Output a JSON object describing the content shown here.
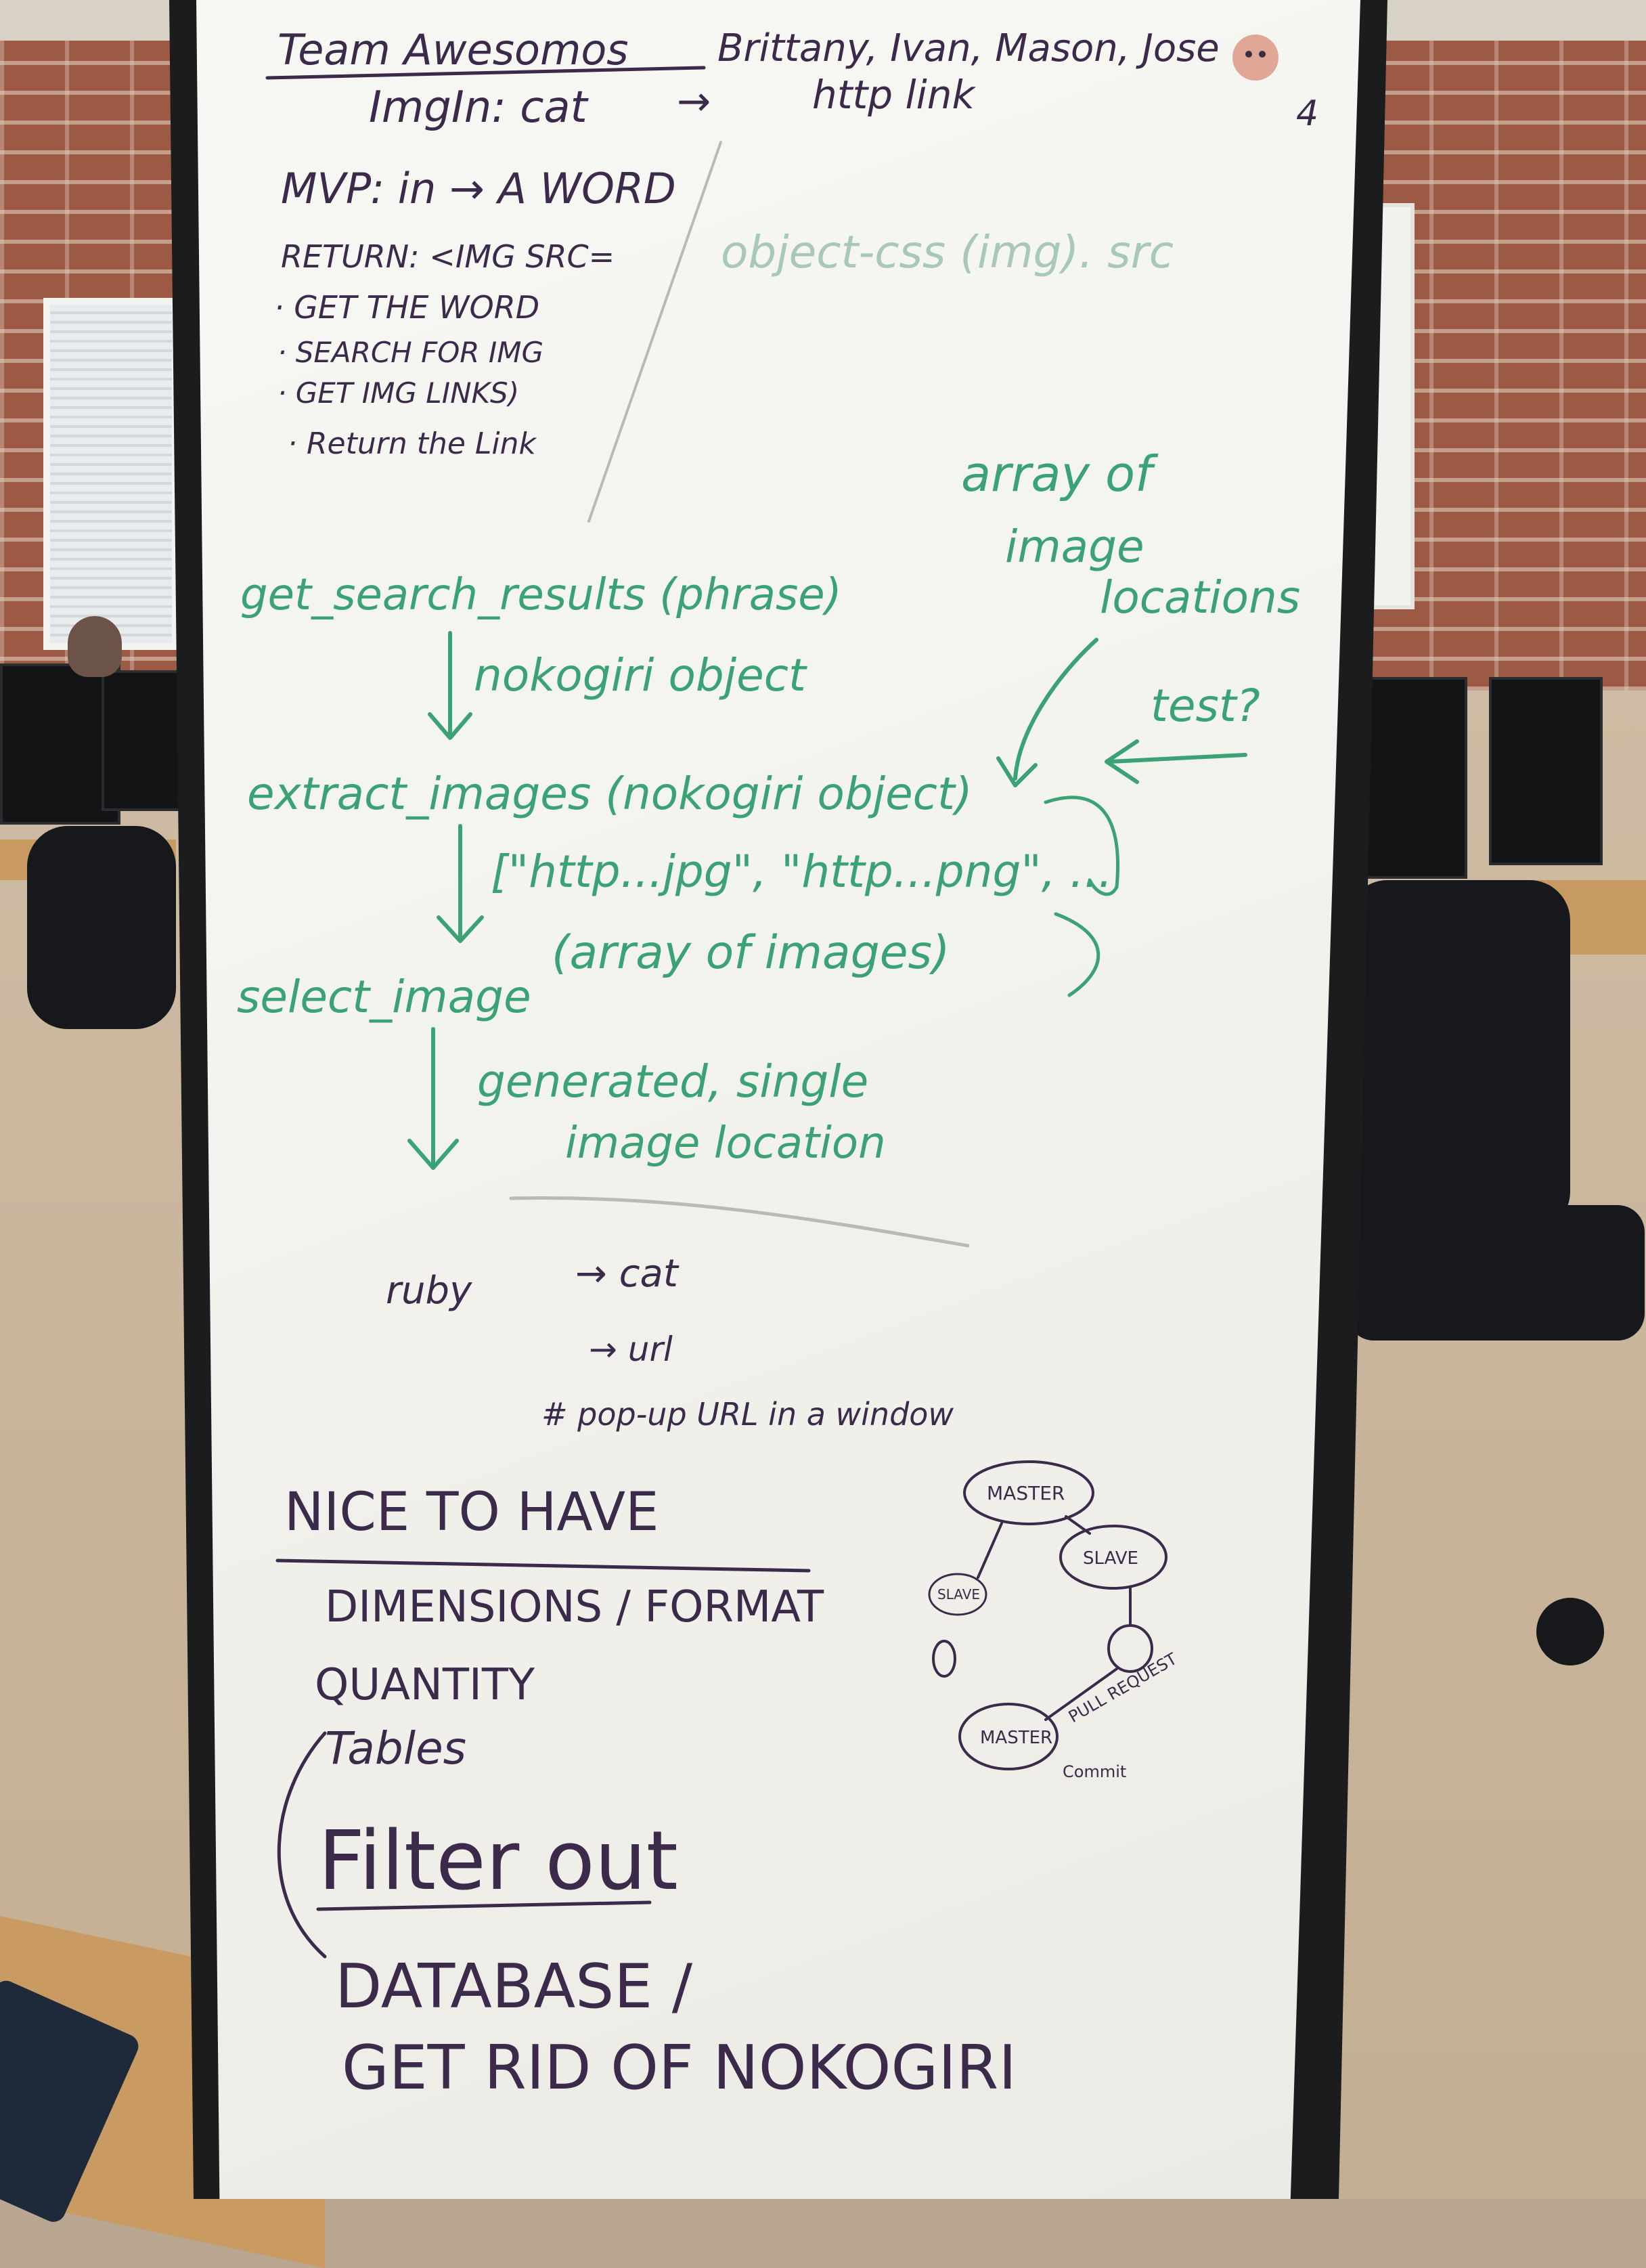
{
  "header": {
    "team": "Team Awesomos",
    "members": "Brittany, Ivan, Mason, Jose",
    "title": "ImgIn: cat",
    "title_arrow": "→",
    "title_result": "http link",
    "corner_mark": "4"
  },
  "mvp": {
    "line1": "MVP: in → A WORD",
    "line2": "RETURN: <IMG SRC=",
    "steps": [
      "· GET THE WORD",
      "· SEARCH FOR IMG",
      "· GET IMG LINKS)",
      "· Return the Link"
    ]
  },
  "side_note": "object-css (img). src",
  "flow": {
    "fn1": "get_search_results (phrase)",
    "out1": "nokogiri object",
    "fn2": "extract_images (nokogiri object)",
    "out2": "[\"http...jpg\", \"http...png\", ...",
    "out2_note": "(array of images)",
    "fn3": "select_image",
    "out3a": "generated, single",
    "out3b": "image location",
    "array_note": [
      "array of",
      "image",
      "locations"
    ],
    "test_note": "test?"
  },
  "ruby": {
    "label": "ruby",
    "arrow1": "→ cat",
    "arrow2": "→ url",
    "comment": "# pop-up URL in a window"
  },
  "nice_to_have": {
    "heading": "NICE TO HAVE",
    "items": [
      "DIMENSIONS / FORMAT",
      "QUANTITY",
      "Tables",
      "Filter out",
      "DATABASE /",
      "GET RID OF NOKOGIRI"
    ]
  },
  "diagram": {
    "node_top": "MASTER",
    "node_mid": "SLAVE",
    "node_left": "SLAVE",
    "node_bottom": "MASTER",
    "edge_label": "PULL REQUEST",
    "edge_label2": "Commit"
  },
  "colors": {
    "purple_marker": "#3b2a4a",
    "green_marker": "#3aa274",
    "board_white": "#f4f4f0",
    "frame_black": "#1b1c1e",
    "brick": "#9c5a44"
  }
}
